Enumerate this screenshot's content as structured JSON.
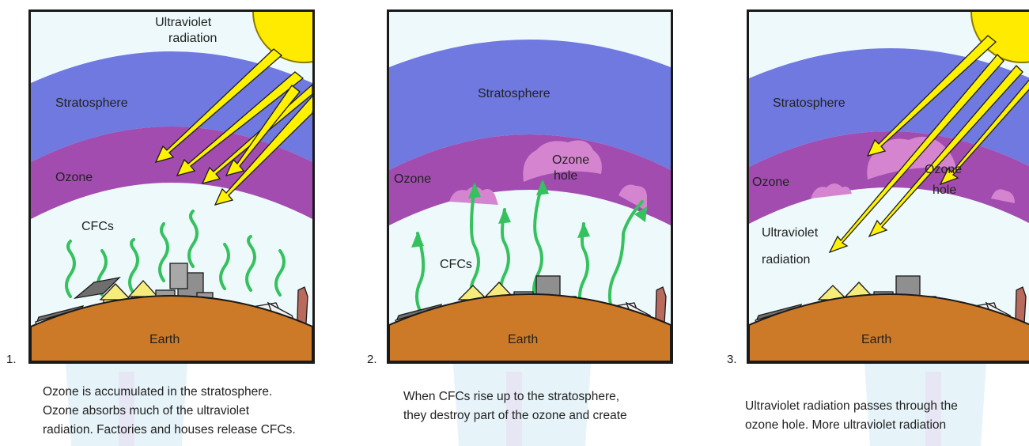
{
  "panels": [
    {
      "number": "1.",
      "labels": {
        "uv_line1": "Ultraviolet",
        "uv_line2": "radiation",
        "stratosphere": "Stratosphere",
        "ozone": "Ozone",
        "cfcs": "CFCs",
        "earth": "Earth"
      },
      "caption": [
        "Ozone is accumulated in the stratosphere.",
        "Ozone absorbs much of the ultraviolet",
        "radiation. Factories and houses release CFCs."
      ]
    },
    {
      "number": "2.",
      "labels": {
        "stratosphere": "Stratosphere",
        "ozone": "Ozone",
        "hole_line1": "Ozone",
        "hole_line2": "hole",
        "cfcs": "CFCs",
        "earth": "Earth"
      },
      "caption": [
        "When CFCs rise up to the stratosphere,",
        "they destroy part of the ozone and create"
      ]
    },
    {
      "number": "3.",
      "labels": {
        "stratosphere": "Stratosphere",
        "ozone": "Ozone",
        "hole_line1": "Ozone",
        "hole_line2": "hole",
        "uv_line1": "Ultraviolet",
        "uv_line2": "radiation",
        "earth": "Earth"
      },
      "caption": [
        "Ultraviolet radiation passes through the",
        "ozone hole. More ultraviolet radiation"
      ]
    }
  ],
  "colors": {
    "stratosphere": "#6f79e0",
    "ozone": "#a24cb0",
    "ozone_hole": "#d585cf",
    "sky": "#eef9fb",
    "earth": "#cc7a28",
    "sun": "#ffeb00",
    "uv_arrow": "#fff200",
    "cfc": "#34c15e"
  }
}
